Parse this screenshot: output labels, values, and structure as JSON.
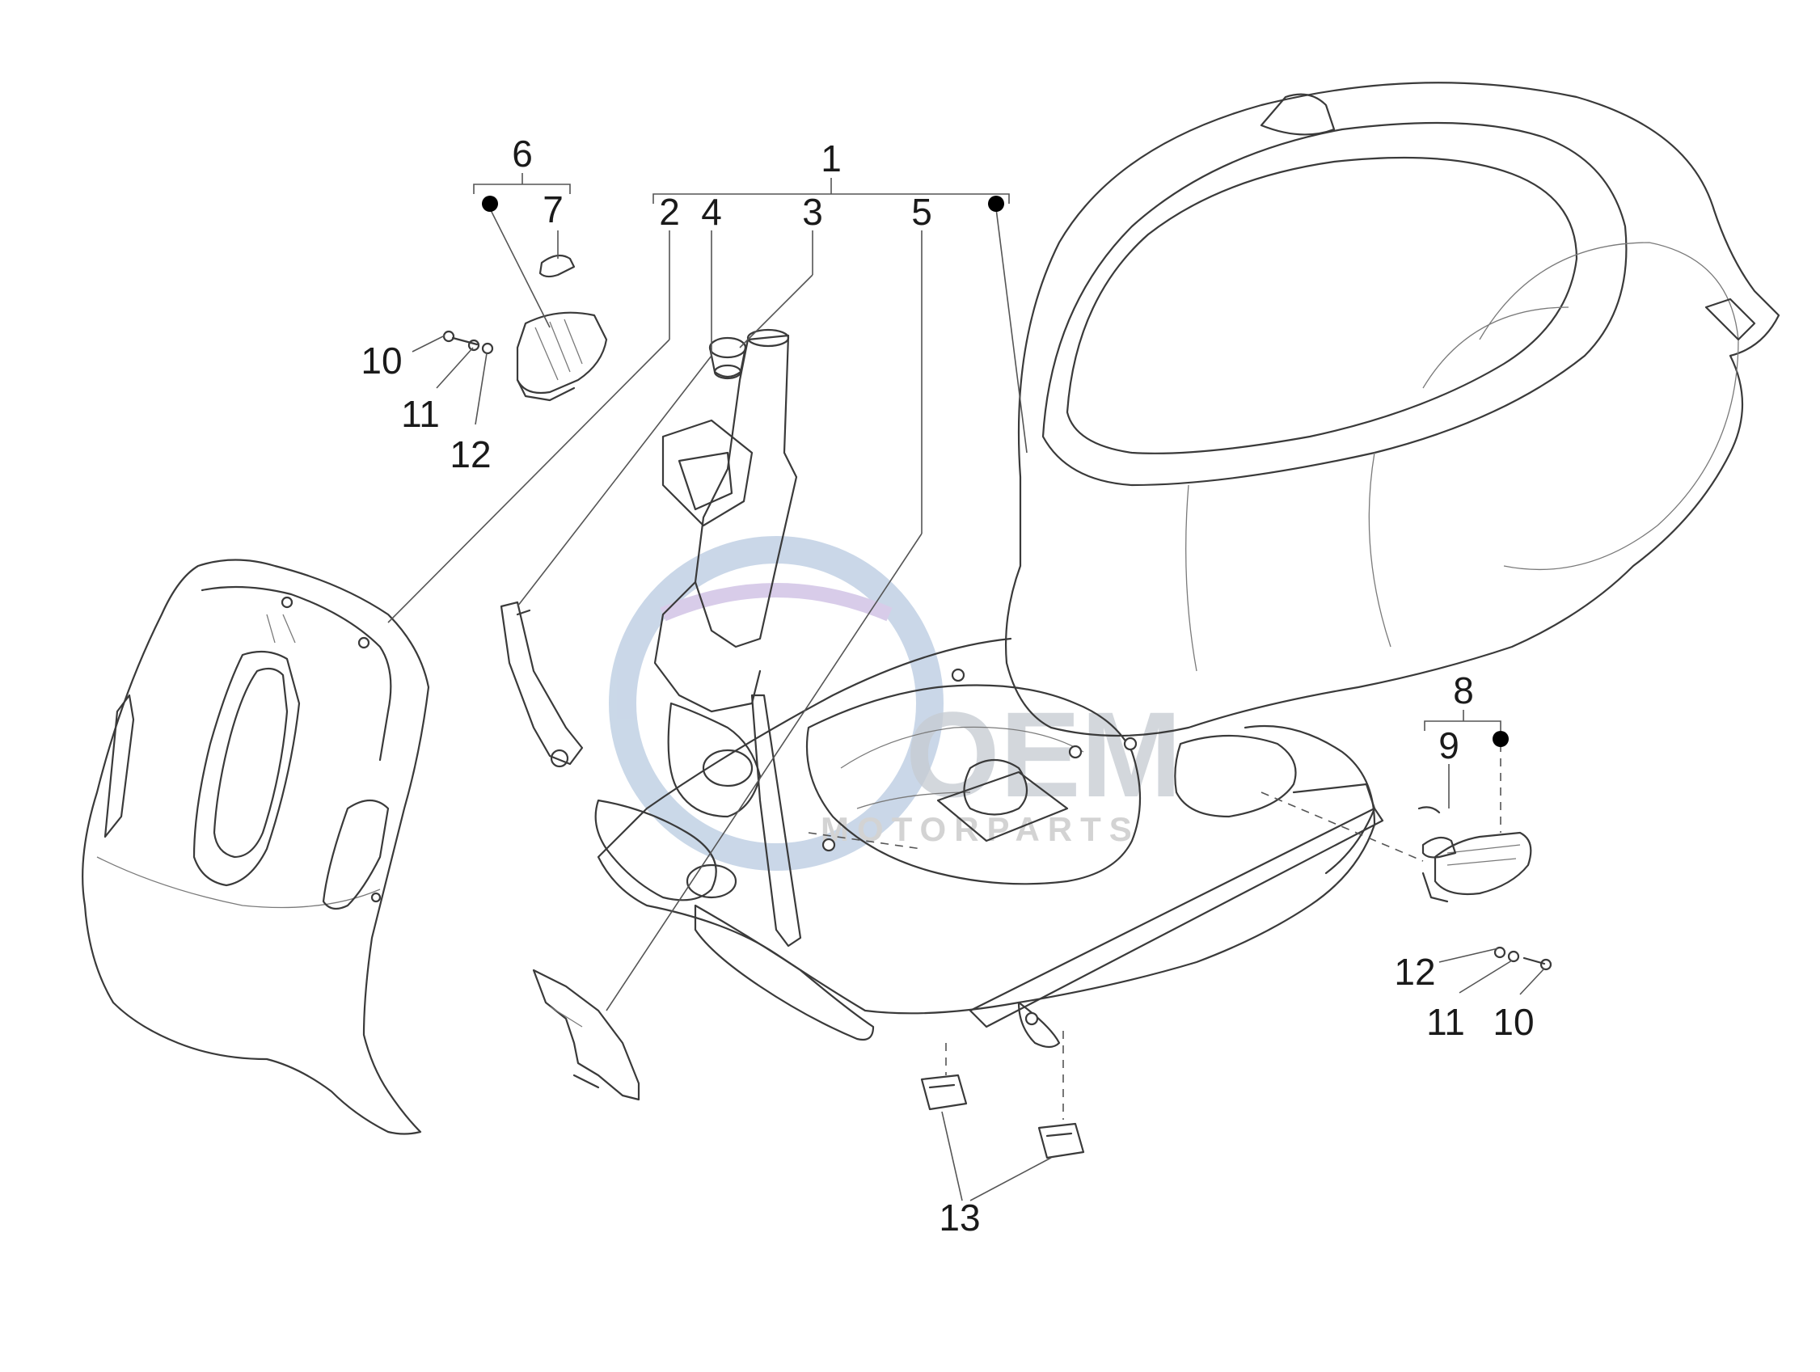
{
  "callouts": {
    "c1": "1",
    "c2": "2",
    "c3": "3",
    "c4": "4",
    "c5": "5",
    "c6": "6",
    "c7": "7",
    "c8": "8",
    "c9": "9",
    "c10_left": "10",
    "c11_left": "11",
    "c12_left": "12",
    "c10_right": "10",
    "c11_right": "11",
    "c12_right": "12",
    "c13": "13"
  },
  "watermark": {
    "brand": "OEM",
    "sub": "MOTORPARTS",
    "color_primary": "#9fb8d6",
    "color_secondary": "#c5c5c5"
  },
  "colors": {
    "line": "#3a3a3a",
    "background": "#ffffff"
  }
}
